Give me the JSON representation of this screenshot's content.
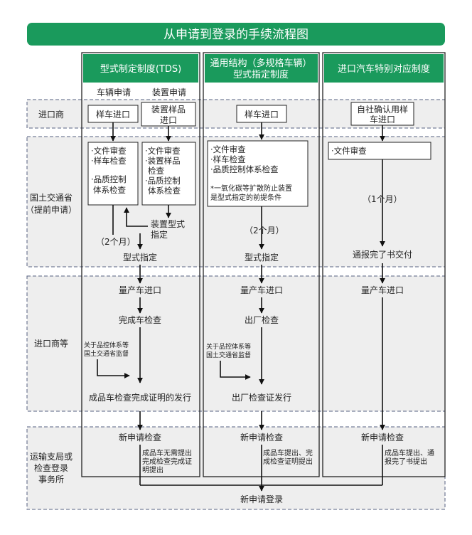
{
  "title": "从申请到登录的手续流程图",
  "colors": {
    "green": "#1a9a5c",
    "band": "#eeeeee",
    "border": "#222222",
    "dash": "#556080"
  },
  "columns": {
    "tds": {
      "header": "型式制定制度(TDS)",
      "sub_vehicle": "车辆申请",
      "sub_device": "装置申请"
    },
    "multi": {
      "header_line1": "通用结构（多规格车辆）",
      "header_line2": "型式指定制度"
    },
    "import": {
      "header": "进口汽车特别对应制度"
    }
  },
  "rows": {
    "importer": "进口商",
    "mlit_line1": "国土交通省",
    "mlit_line2": "（提前申请）",
    "importer_etc": "进口商等",
    "transport_line1": "运输支局或",
    "transport_line2": "检查登录",
    "transport_line3": "事务所"
  },
  "tds": {
    "sample_car": "样车进口",
    "device_sample_line1": "装置样品",
    "device_sample_line2": "进口",
    "v_review_1": "·文件审查",
    "v_review_2": "·样车检查",
    "v_review_3": "·品质控制",
    "v_review_4": "体系检查",
    "d_review_1": "·文件审查",
    "d_review_2": "·装置样品",
    "d_review_3": "检查",
    "d_review_4": "·品质控制",
    "d_review_5": "体系检查",
    "device_type_line1": "装置型式",
    "device_type_line2": "指定",
    "two_months": "（2个月）",
    "type_designation": "型式指定",
    "mass_import": "量产车进口",
    "vehicle_check": "完成车检查",
    "qc_note_line1": "关于品控体系等",
    "qc_note_line2": "国土交通省监督",
    "certificate": "成品车检查完成证明的发行",
    "new_inspection": "新申请检查",
    "note_line1": "成品车无需提出",
    "note_line2": "完成检查完成证",
    "note_line3": "明提出"
  },
  "multi": {
    "sample_car": "样车进口",
    "review_1": "·文件审查",
    "review_2": "·样车检查",
    "review_3": "·品质控制体系检查",
    "note_1": "*一氧化碳等扩散防止装置",
    "note_2": "是型式指定的前提条件",
    "two_months": "（2个月）",
    "type_designation": "型式指定",
    "mass_import": "量产车进口",
    "factory_check": "出厂检查",
    "qc_note_line1": "关于品控体系等",
    "qc_note_line2": "国土交通省监督",
    "certificate": "出厂检查证发行",
    "new_inspection": "新申请检查",
    "note_line1": "成品车提出、完",
    "note_line2": "成检查证明提出"
  },
  "import": {
    "own_check_line1": "自社确认用样",
    "own_check_line2": "车进口",
    "review": "·文件审查",
    "one_month": "（1个月）",
    "notice": "通报完了书交付",
    "mass_import": "量产车进口",
    "new_inspection": "新申请检查",
    "note_line1": "成品车提出、通",
    "note_line2": "报完了书提出"
  },
  "final": "新申请登录"
}
